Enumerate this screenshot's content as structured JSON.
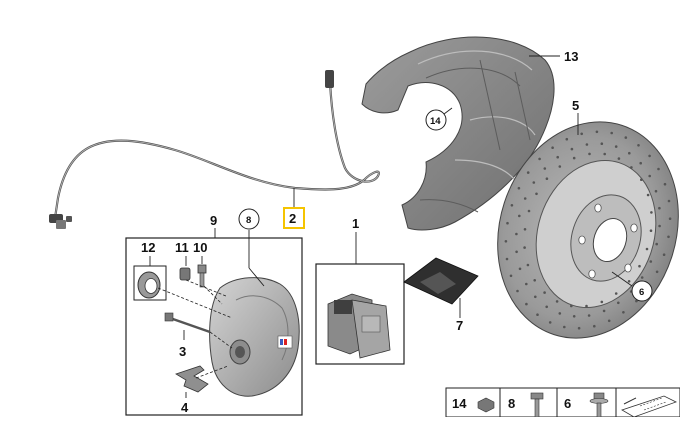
{
  "diagram": {
    "callouts": {
      "c1": "1",
      "c2": "2",
      "c3": "3",
      "c4": "4",
      "c5": "5",
      "c6": "6",
      "c7": "7",
      "c8": "8",
      "c9": "9",
      "c10": "10",
      "c11": "11",
      "c12": "12",
      "c13": "13",
      "c14": "14"
    },
    "legend": [
      {
        "num": "14",
        "icon": "screw-icon"
      },
      {
        "num": "8",
        "icon": "bolt-icon"
      },
      {
        "num": "6",
        "icon": "bolt-washer-icon"
      },
      {
        "num": "",
        "icon": "note-icon"
      }
    ],
    "highlight_color": "#f5c400",
    "line_color": "#222222",
    "part_gray": "#8a8a8a"
  }
}
